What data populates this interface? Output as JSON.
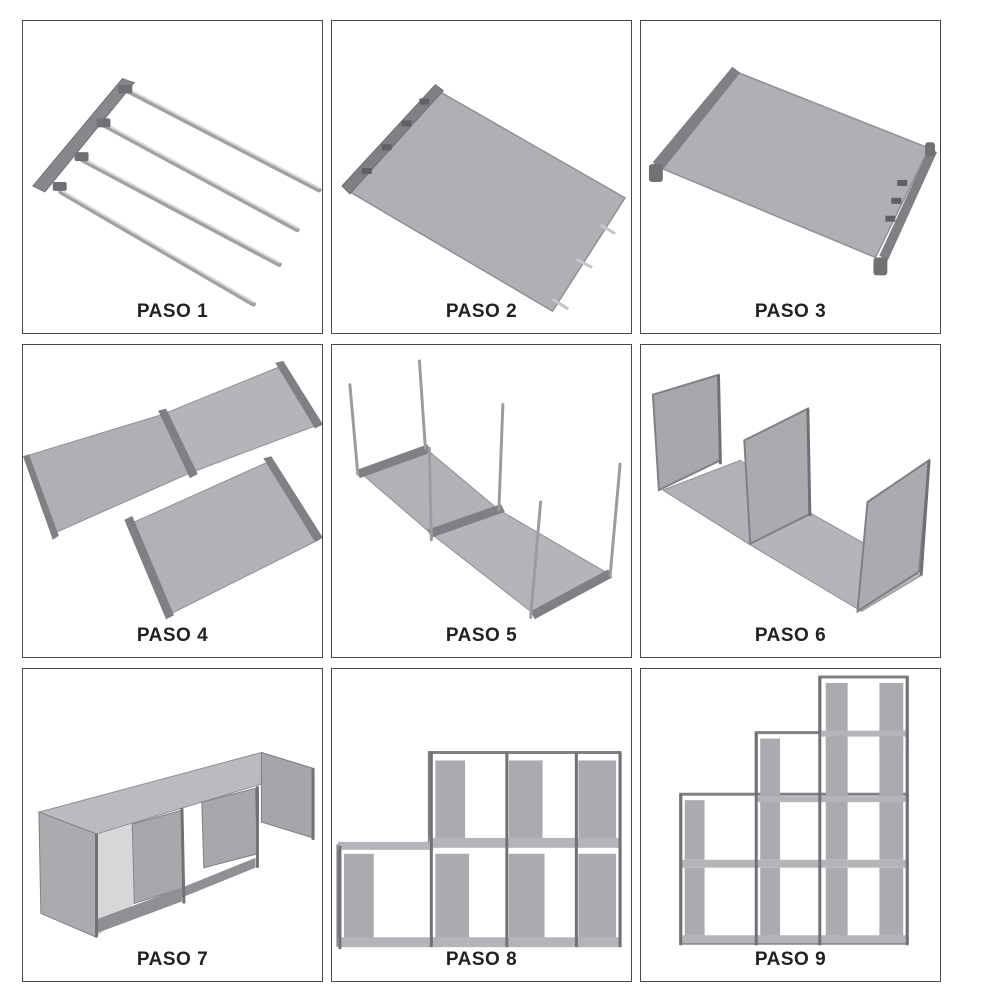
{
  "steps": [
    {
      "label": "PASO 1",
      "illustration": "rods-and-connector-bar"
    },
    {
      "label": "PASO 2",
      "illustration": "shelf-sleeve-on-rods"
    },
    {
      "label": "PASO 3",
      "illustration": "single-shelf-complete"
    },
    {
      "label": "PASO 4",
      "illustration": "three-shelves-joined"
    },
    {
      "label": "PASO 5",
      "illustration": "shelves-with-vertical-poles"
    },
    {
      "label": "PASO 6",
      "illustration": "side-panels-attached"
    },
    {
      "label": "PASO 7",
      "illustration": "three-cube-row"
    },
    {
      "label": "PASO 8",
      "illustration": "two-tier-cube-shelf"
    },
    {
      "label": "PASO 9",
      "illustration": "stepped-cube-shelf"
    }
  ],
  "colors": {
    "fabric": "#a9abae",
    "fabric_dark": "#8e9094",
    "frame": "#77797d",
    "rod": "#c9cbce",
    "border": "#4a4a4a",
    "label": "#222222"
  }
}
